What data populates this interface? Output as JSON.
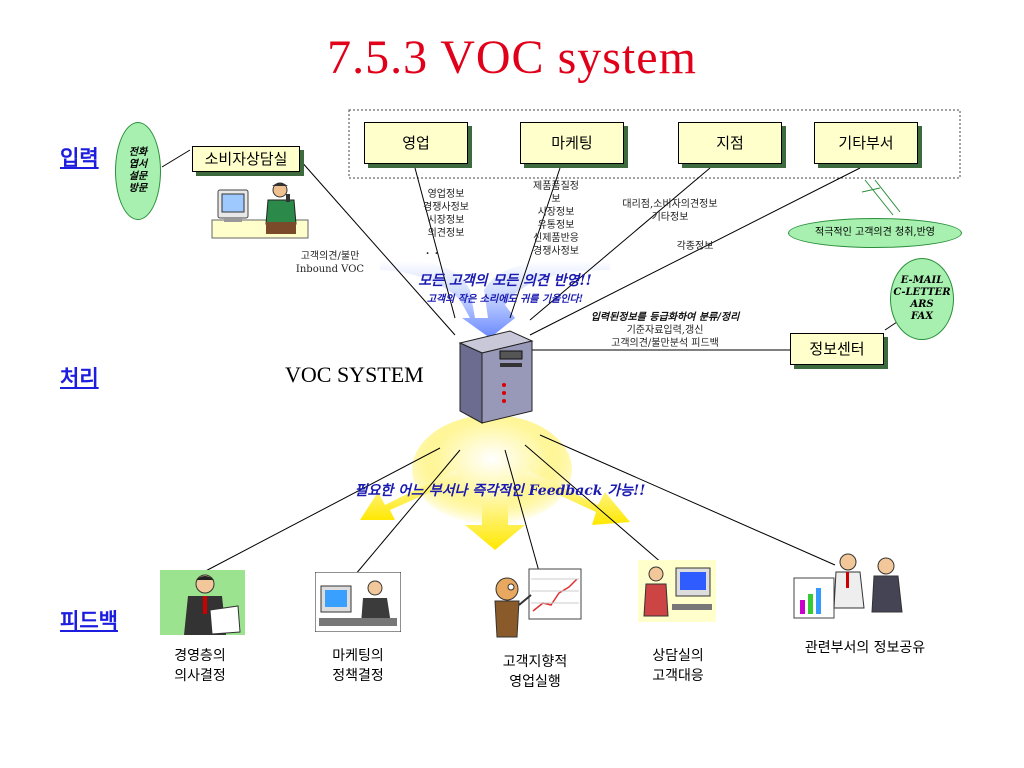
{
  "title": "7.5.3 VOC system",
  "rows": {
    "input": "입력",
    "process": "처리",
    "feedback": "피드백"
  },
  "channels": [
    "전화",
    "엽서",
    "설문",
    "방문"
  ],
  "consumer_center": "소비자상담실",
  "consumer_note": [
    "고객의견/불만",
    "Inbound VOC"
  ],
  "departments": [
    "영업",
    "마케팅",
    "지점",
    "기타부서"
  ],
  "sales_info": [
    "영업정보",
    "경쟁사정보",
    "시장정보",
    "의견정보"
  ],
  "marketing_info": [
    "제품품질정",
    "보",
    "시장정보",
    "유통정보",
    "신제품반응",
    "경쟁사정보"
  ],
  "branch_info": [
    "대리점,소비자의견정보",
    "기타정보"
  ],
  "other_info": "각종정보",
  "other_dept_ellipse": "적극적인 고객의견 청취,반영",
  "banner_main": "모든 고객의 모든 의견 반영!!",
  "banner_sub": "고객의 작은 소리에도 귀를 기울인다!",
  "dots": "·  ·",
  "classify_title": "입력된정보를 등급화하여 분류/정리",
  "classify_lines": [
    "기준자료입력,갱신",
    "고객의견/불만분석 피드백"
  ],
  "info_center": "정보센터",
  "info_channels": [
    "E-MAIL",
    "C-LETTER",
    "ARS",
    "FAX"
  ],
  "voc_label": "VOC SYSTEM",
  "feedback_banner": "필요한 어느 부서나  즉각적인 Feedback 가능!!",
  "outputs": [
    {
      "lines": [
        "경영층의",
        "의사결정"
      ]
    },
    {
      "lines": [
        "마케팅의",
        "정책결정"
      ]
    },
    {
      "lines": [
        "고객지향적",
        "영업실행"
      ]
    },
    {
      "lines": [
        "상담실의",
        "고객대응"
      ]
    },
    {
      "lines": [
        "관련부서의 정보공유"
      ]
    }
  ],
  "colors": {
    "title": "#e0001a",
    "row_label": "#1d1de0",
    "box_fill": "#ffffcc",
    "ellipse_fill": "#a8f0b0",
    "arrow_yellow": "#ffe800",
    "arrow_blue": "#5a7cff"
  }
}
